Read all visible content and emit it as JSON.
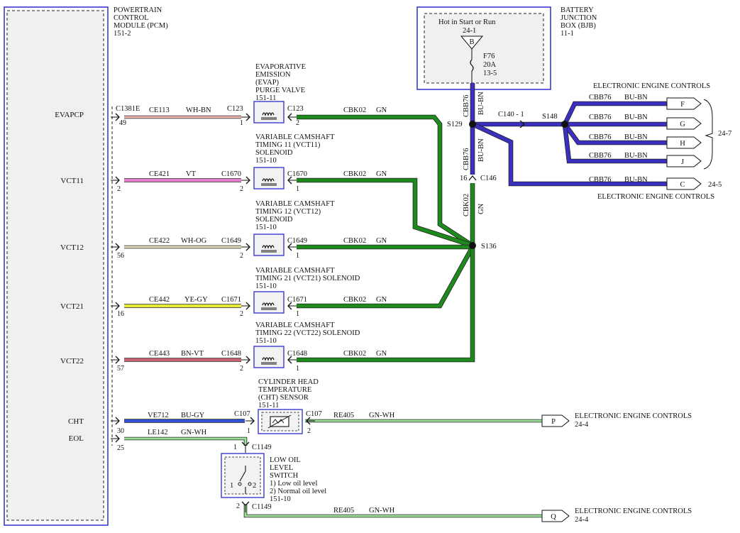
{
  "colors": {
    "green": "#1e8a1e",
    "blue": "#3a2fc0",
    "pink": "#e77fd0",
    "wh_og": "#e8dcc0",
    "yellow": "#e8e838",
    "wh_bn": "#f0b8b0",
    "bn_vt": "#c86070",
    "bu_gy": "#3050d0",
    "gn_wh": "#9ee09a",
    "component_fill": "#f2f2f2",
    "box_border": "#3a3ad0"
  },
  "pcm": {
    "title_lines": [
      "POWERTRAIN",
      "CONTROL",
      "MODULE (PCM)",
      "151-2"
    ],
    "signals": [
      "EVAPCP",
      "VCT11",
      "VCT12",
      "VCT21",
      "VCT22",
      "CHT",
      "EOL"
    ],
    "pins": [
      "49",
      "2",
      "56",
      "16",
      "57",
      "30",
      "25"
    ]
  },
  "bjb": {
    "title_lines": [
      "BATTERY",
      "JUNCTION",
      "BOX (BJB)",
      "11-1"
    ],
    "hot_label": "Hot in Start or Run",
    "ref": "24-1",
    "terminal": "B",
    "fuse_lines": [
      "F76",
      "20A",
      "13-5"
    ]
  },
  "valves": [
    {
      "title_lines": [
        "EVAPORATIVE",
        "EMISSION",
        "(EVAP)",
        "PURGE VALVE",
        "151-11"
      ],
      "pcm_connector": "C1381E",
      "left_circuit": "CE113",
      "left_color": "WH-BN",
      "left_connector": "C123",
      "left_pin": "1",
      "right_connector": "C123",
      "right_pin": "2",
      "right_circuit": "CBK02",
      "right_color": "GN"
    },
    {
      "title_lines": [
        "VARIABLE CAMSHAFT",
        "TIMING 11 (VCT11)",
        "SOLENOID",
        "151-10"
      ],
      "left_circuit": "CE421",
      "left_color": "VT",
      "left_connector": "C1670",
      "left_pin": "2",
      "right_connector": "C1670",
      "right_pin": "1",
      "right_circuit": "CBK02",
      "right_color": "GN"
    },
    {
      "title_lines": [
        "VARIABLE CAMSHAFT",
        "TIMING 12 (VCT12)",
        "SOLENOID",
        "151-10"
      ],
      "left_circuit": "CE422",
      "left_color": "WH-OG",
      "left_connector": "C1649",
      "left_pin": "2",
      "right_connector": "C1649",
      "right_pin": "1",
      "right_circuit": "CBK02",
      "right_color": "GN"
    },
    {
      "title_lines": [
        "VARIABLE CAMSHAFT",
        "TIMING 21 (VCT21) SOLENOID",
        "151-10"
      ],
      "left_circuit": "CE442",
      "left_color": "YE-GY",
      "left_connector": "C1671",
      "left_pin": "2",
      "right_connector": "C1671",
      "right_pin": "1",
      "right_circuit": "CBK02",
      "right_color": "GN"
    },
    {
      "title_lines": [
        "VARIABLE CAMSHAFT",
        "TIMING 22 (VCT22) SOLENOID",
        "151-10"
      ],
      "left_circuit": "CE443",
      "left_color": "BN-VT",
      "left_connector": "C1648",
      "left_pin": "2",
      "right_connector": "C1648",
      "right_pin": "1",
      "right_circuit": "CBK02",
      "right_color": "GN"
    }
  ],
  "splices": {
    "s129": "S129",
    "s136": "S136",
    "s148": "S148",
    "c146": "C146",
    "c146_pin": "16",
    "c140": "C140 - 1"
  },
  "feed": {
    "upper_circuit": "CBB76",
    "upper_color": "BU-BN",
    "mid_circuit": "CBB76",
    "mid_color": "BU-BN",
    "lower_circuit": "CBK02",
    "lower_color": "GN"
  },
  "eec_top": {
    "title": "ELECTRONIC ENGINE CONTROLS",
    "ref": "24-7",
    "branches": [
      {
        "circuit": "CBB76",
        "color": "BU-BN",
        "terminal": "F"
      },
      {
        "circuit": "CBB76",
        "color": "BU-BN",
        "terminal": "G"
      },
      {
        "circuit": "CBB76",
        "color": "BU-BN",
        "terminal": "H"
      },
      {
        "circuit": "CBB76",
        "color": "BU-BN",
        "terminal": "J"
      }
    ]
  },
  "eec_c": {
    "circuit": "CBB76",
    "color": "BU-BN",
    "terminal": "C",
    "ref": "24-5",
    "title": "ELECTRONIC ENGINE CONTROLS"
  },
  "cht": {
    "title_lines": [
      "CYLINDER HEAD",
      "TEMPERATURE",
      "(CHT) SENSOR",
      "151-11"
    ],
    "left_circuit": "VE712",
    "left_color": "BU-GY",
    "left_connector": "C107",
    "left_pin": "1",
    "right_connector": "C107",
    "right_pin": "2",
    "right_circuit": "RE405",
    "right_color": "GN-WH",
    "terminal": "P",
    "dest_title": "ELECTRONIC ENGINE CONTROLS",
    "dest_ref": "24-4"
  },
  "eol": {
    "circuit": "LE142",
    "color": "GN-WH",
    "top_connector": "C1149",
    "top_pin": "1",
    "switch_lines": [
      "LOW OIL",
      "LEVEL",
      "SWITCH",
      "1) Low oil level",
      "2) Normal oil level",
      "151-10"
    ],
    "contact_1": "1",
    "contact_2": "2",
    "bottom_connector": "C1149",
    "bottom_pin": "2",
    "out_circuit": "RE405",
    "out_color": "GN-WH",
    "terminal": "Q",
    "dest_title": "ELECTRONIC ENGINE CONTROLS",
    "dest_ref": "24-4"
  }
}
